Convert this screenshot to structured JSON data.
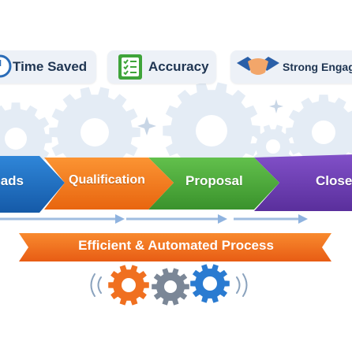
{
  "badges": [
    {
      "label": "Time Saved",
      "icon": "clock-icon"
    },
    {
      "label": "Accuracy",
      "icon": "checklist-icon"
    },
    {
      "label": "Strong Engagement",
      "icon": "handshake-icon"
    }
  ],
  "stages": [
    {
      "label": "Leads",
      "color": "#1e6fc2"
    },
    {
      "label": "Qualification",
      "color": "#f47a1f"
    },
    {
      "label": "Proposal",
      "color": "#4aa83a"
    },
    {
      "label": "Closed",
      "color": "#6a3fb0"
    }
  ],
  "banner": {
    "label": "Efficient & Automated Process",
    "color": "#f26f21"
  },
  "gear_colors": [
    "#f07020",
    "#7b8797",
    "#2a7bd1"
  ]
}
